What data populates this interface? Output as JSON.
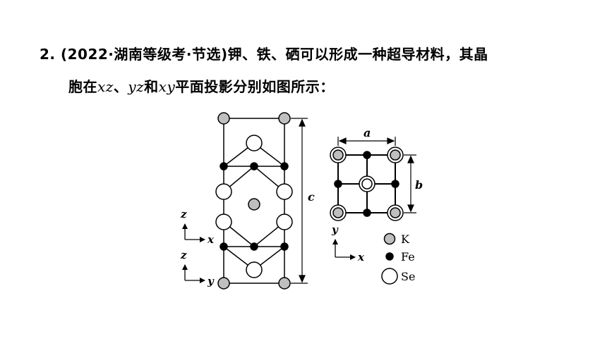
{
  "question": {
    "number": "2.",
    "source": "(2022·湖南等级考·节选)",
    "text_line1": "钾、铁、硒可以形成一种超导材料，其晶",
    "text_line2_a": "胞在",
    "plane_xz": "xz",
    "sep1": "、",
    "plane_yz": "yz",
    "conj": "和",
    "plane_xy": "xy",
    "text_line2_b": "平面投影分别如图所示："
  },
  "figure": {
    "side_view": {
      "dimension_label": "c",
      "axis_upper": {
        "vertical": "z",
        "horizontal": "x"
      },
      "axis_lower": {
        "vertical": "z",
        "horizontal": "y"
      }
    },
    "top_view": {
      "width_label": "a",
      "height_label": "b",
      "axis": {
        "vertical": "y",
        "horizontal": "x"
      }
    },
    "legend": [
      {
        "symbol": "K",
        "color": "#bfbfbf"
      },
      {
        "symbol": "Fe",
        "color": "#000000"
      },
      {
        "symbol": "Se",
        "color": "#ffffff"
      }
    ]
  }
}
